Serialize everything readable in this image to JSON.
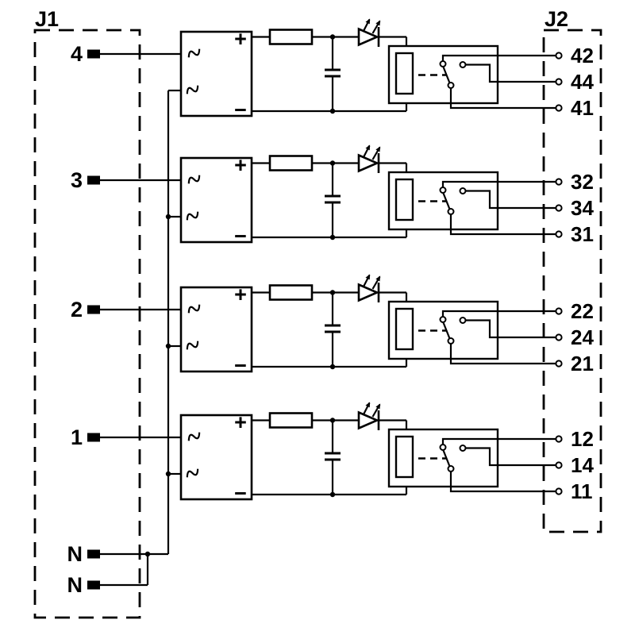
{
  "colors": {
    "background": "#ffffff",
    "line": "#000000"
  },
  "connectors": {
    "j1": {
      "label": "J1",
      "pins": [
        "4",
        "3",
        "2",
        "1",
        "N",
        "N"
      ]
    },
    "j2": {
      "label": "J2"
    }
  },
  "channels": [
    {
      "input_pin": "4",
      "outputs": [
        "42",
        "44",
        "41"
      ]
    },
    {
      "input_pin": "3",
      "outputs": [
        "32",
        "34",
        "31"
      ]
    },
    {
      "input_pin": "2",
      "outputs": [
        "22",
        "24",
        "21"
      ]
    },
    {
      "input_pin": "1",
      "outputs": [
        "12",
        "14",
        "11"
      ]
    }
  ],
  "components": {
    "bridge_rectifier": {
      "plus_symbol": "+",
      "minus_symbol": "−"
    }
  }
}
